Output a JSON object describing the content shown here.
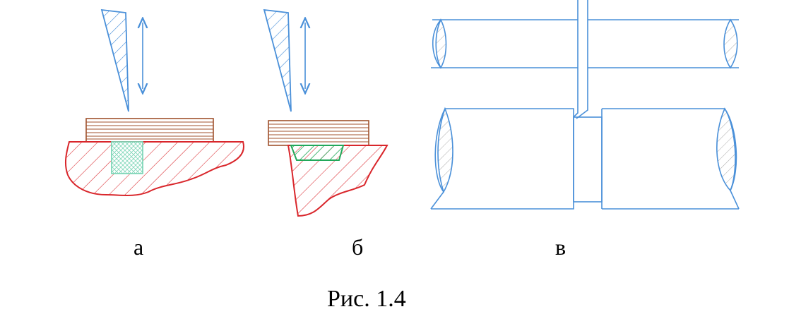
{
  "labels": {
    "a": "а",
    "b": "б",
    "v": "в"
  },
  "caption": "Рис. 1.4",
  "colors": {
    "tool": "#4a90d9",
    "sheet": "#a0522d",
    "base": "#d9262b",
    "insert_a": "#7fd6b8",
    "insert_b": "#22a85a",
    "shaft_hatch": "#999999"
  }
}
